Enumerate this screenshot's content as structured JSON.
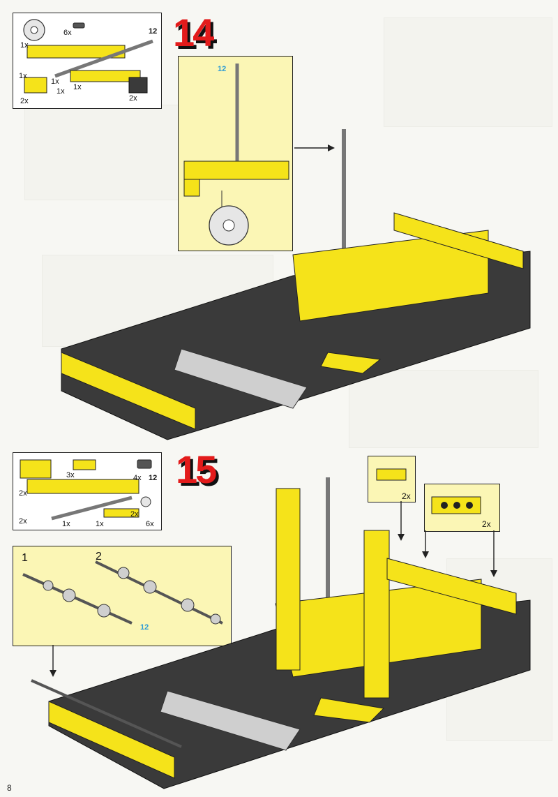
{
  "page_number": "8",
  "colors": {
    "step_red": "#e31b1b",
    "panel_yellow": "#fbf6b5",
    "brick_yellow": "#f5e31a",
    "brick_black": "#3a3a3a",
    "count_blue": "#2a9ad6"
  },
  "step14": {
    "number": "14",
    "parts": {
      "c1": "1x",
      "c2": "6x",
      "c3": "12",
      "c4": "1x",
      "c5": "1x",
      "c6": "1x",
      "c7": "1x",
      "c8": "2x",
      "c9": "2x"
    },
    "axle_len": "12"
  },
  "step15": {
    "number": "15",
    "parts": {
      "c1": "3x",
      "c2": "4x",
      "c3": "12",
      "c4": "2x",
      "c5": "2x",
      "c6": "1x",
      "c7": "1x",
      "c8": "2x",
      "c9": "6x"
    },
    "plate_count": "2x",
    "beam_count": "2x",
    "sub": {
      "n1": "1",
      "n2": "2",
      "axle_len": "12"
    }
  }
}
